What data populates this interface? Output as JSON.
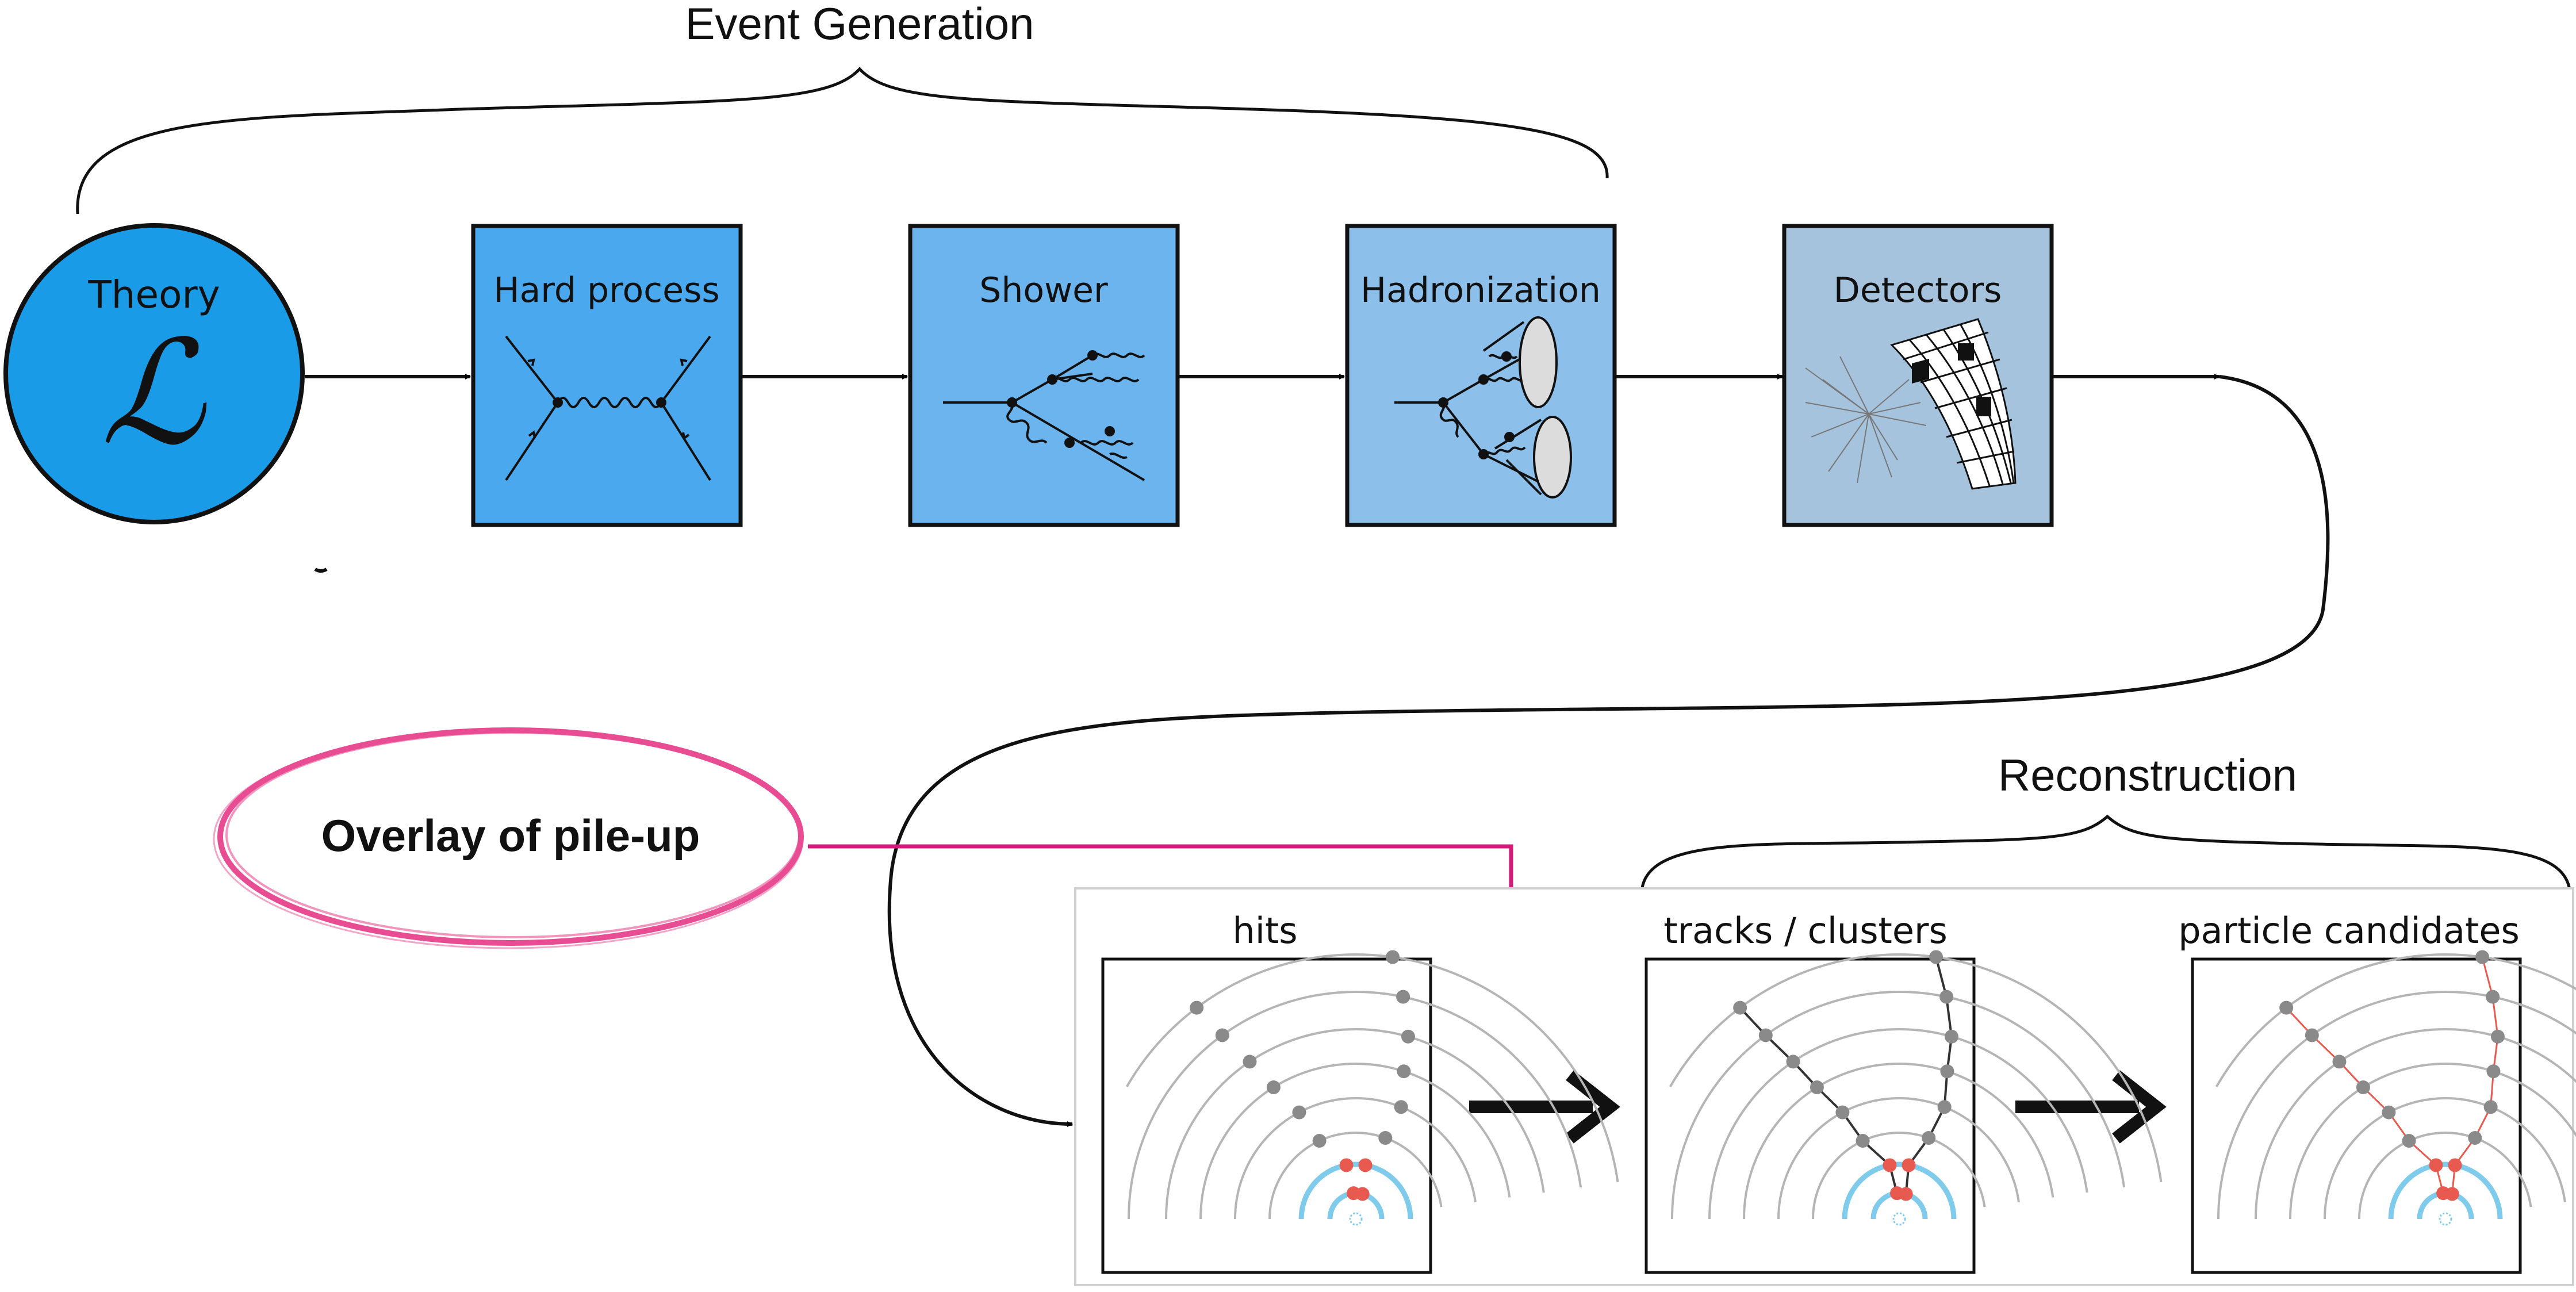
{
  "colors": {
    "theory_fill": "#1a9be8",
    "hard_fill": "#4aa9ee",
    "shower_fill": "#6bb4ee",
    "hadron_fill": "#8cbfe9",
    "detector_fill": "#a6c3de",
    "pileup_pink": "#e84c93",
    "pileup_arrow": "#d21b7a",
    "hit_gray": "#8a8a8a",
    "hit_red": "#e85a4f",
    "layer_gray": "#b5b5b5",
    "layer_blue": "#7fcbec"
  },
  "top": {
    "event_generation_label": "Event Generation",
    "theory_label": "Theory",
    "lagrangian_symbol": "ℒ",
    "boxes": [
      {
        "label": "Hard process"
      },
      {
        "label": "Shower"
      },
      {
        "label": "Hadronization"
      },
      {
        "label": "Detectors"
      }
    ]
  },
  "bottom": {
    "reconstruction_label": "Reconstruction",
    "pileup_label": "Overlay of pile-up",
    "panels": [
      {
        "title": "hits"
      },
      {
        "title": "tracks / clusters"
      },
      {
        "title": "particle candidates"
      }
    ]
  }
}
